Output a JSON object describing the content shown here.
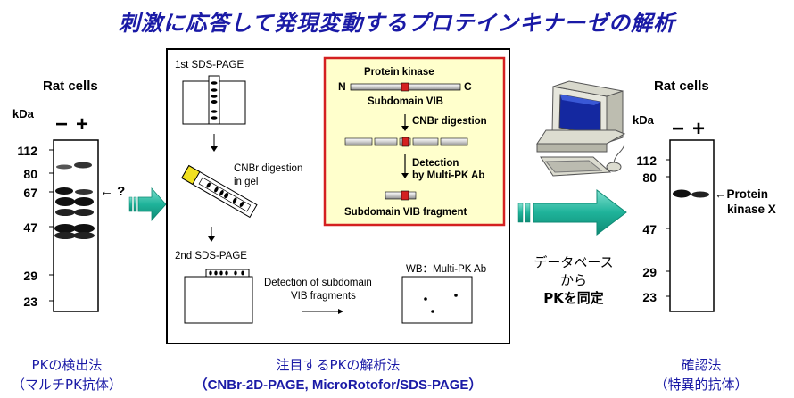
{
  "title": "刺激に応答して発現変動するプロテインキナーゼの解析",
  "left": {
    "header": "Rat cells",
    "unit": "kDa",
    "lanes": [
      "−",
      "+"
    ],
    "markers": [
      "112",
      "80",
      "67",
      "47",
      "29",
      "23"
    ],
    "arrow_label": "← ?",
    "caption1": "PKの検出法",
    "caption2": "（マルチPK抗体）"
  },
  "center": {
    "first_sds": "1st SDS-PAGE",
    "cnbr_gel_1": "CNBr digestion",
    "cnbr_gel_2": "in gel",
    "second_sds": "2nd SDS-PAGE",
    "detect_1": "Detection of subdomain",
    "detect_2": "VIB fragments",
    "wb": "WB：Multi-PK Ab",
    "inset": {
      "protein_kinase": "Protein kinase",
      "n": "N",
      "c": "C",
      "subdomain": "Subdomain VIB",
      "cnbr": "CNBr digestion",
      "detection_1": "Detection",
      "detection_2": "by Multi-PK Ab",
      "fragment": "Subdomain VIB fragment"
    },
    "caption1": "注目するPKの解析法",
    "caption2": "（CNBr-2D-PAGE, MicroRotofor/SDS-PAGE）"
  },
  "database": {
    "line1": "データベース",
    "line2": "から",
    "line3": "PKを同定"
  },
  "right": {
    "header": "Rat cells",
    "unit": "kDa",
    "lanes": [
      "−",
      "+"
    ],
    "markers": [
      "112",
      "80",
      "47",
      "29",
      "23"
    ],
    "arrow_label_1": "←Protein",
    "arrow_label_2": "kinase X",
    "caption1": "確認法",
    "caption2": "（特異的抗体）"
  },
  "colors": {
    "title": "#1a1aa6",
    "arrow": "#1fb39a",
    "inset_border": "#d42020",
    "inset_bg": "#ffffcc",
    "subdomain": "#d42020"
  }
}
